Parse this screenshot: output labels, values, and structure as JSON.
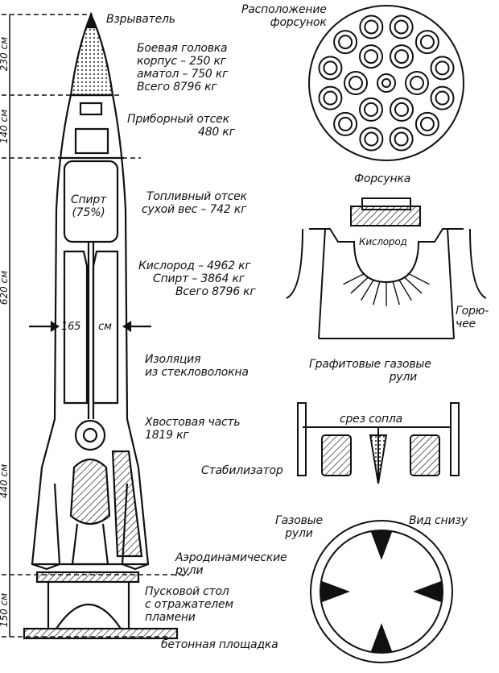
{
  "dimensions": [
    "230 см",
    "140 см",
    "620 см",
    "440 см",
    "150 см"
  ],
  "width_label": {
    "value": "165",
    "unit": "см"
  },
  "rocket": {
    "fuze": "Взрыватель",
    "warhead": [
      "Боевая головка",
      "корпус – 250 кг",
      "аматол – 750 кг",
      "Всего 8796 кг"
    ],
    "instrument": [
      "Приборный отсек",
      "480 кг"
    ],
    "alcohol_tank": [
      "Спирт",
      "(75%)"
    ],
    "fuel_section": [
      "Топливный отсек",
      "сухой вес – 742 кг"
    ],
    "propellants": [
      "Кислород – 4962 кг",
      "Спирт – 3864 кг",
      "Всего 8796 кг"
    ],
    "insulation": [
      "Изоляция",
      "из стекловолокна"
    ],
    "tail": [
      "Хвостовая часть",
      "1819 кг"
    ],
    "aero_rudders": [
      "Аэродинамические",
      "рули"
    ],
    "launch_table": [
      "Пусковой стол",
      "с отражателем",
      "пламени"
    ],
    "pad": "бетонная площадка"
  },
  "injectors": {
    "layout_title": [
      "Расположение",
      "форсунок"
    ],
    "injector_title": "Форсунка",
    "oxygen": "Кислород",
    "fuel": [
      "Горю-",
      "чее"
    ]
  },
  "rudders": {
    "title": [
      "Графитовые газовые",
      "рули"
    ],
    "nozzle_cut": "срез сопла",
    "stabilizer": "Стабилизатор"
  },
  "bottom_view": {
    "gas_rudders": [
      "Газовые",
      "рули"
    ],
    "title": "Вид снизу"
  }
}
